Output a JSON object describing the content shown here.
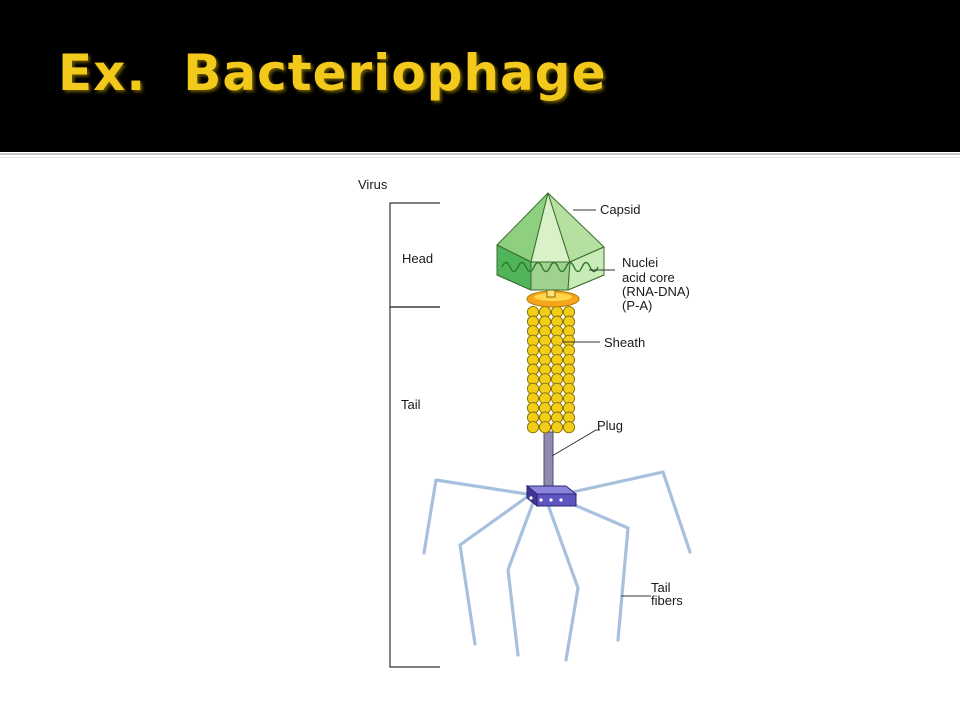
{
  "slide": {
    "title": "Ex.  Bacteriophage"
  },
  "diagram": {
    "labels": {
      "virus": "Virus",
      "head": "Head",
      "tail": "Tail",
      "capsid": "Capsid",
      "nucleic_lines": [
        "Nuclei",
        "acid core",
        "(RNA-DNA)",
        "(P-A)"
      ],
      "sheath": "Sheath",
      "plug": "Plug",
      "tail_fibers_lines": [
        "Tail",
        "fibers"
      ]
    },
    "colors": {
      "title": "#f3c91c",
      "capsid": "#9fd18f",
      "sheath": "#f1cf18",
      "fibers": "#a7c0de",
      "base_plate": "#6a5fc4"
    }
  }
}
